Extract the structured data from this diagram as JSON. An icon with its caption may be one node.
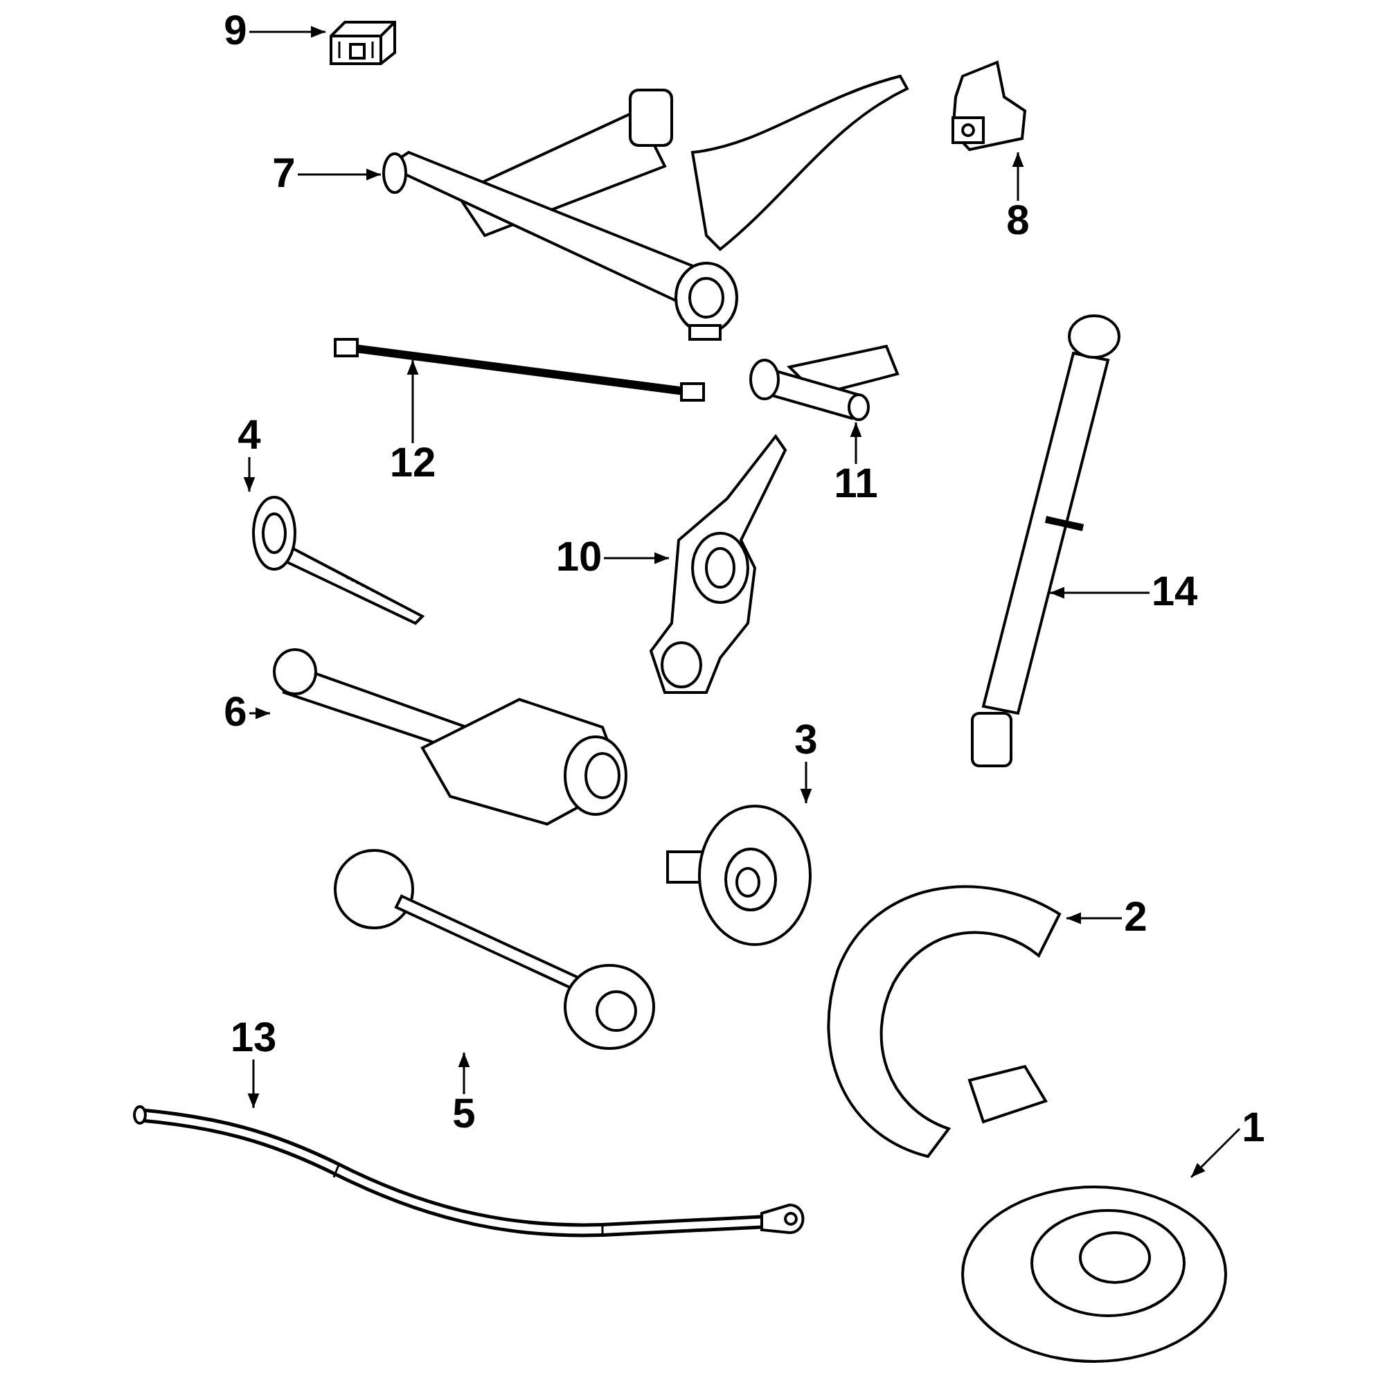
{
  "diagram": {
    "nodes": [
      {
        "text": [
          "9"
        ]
      },
      {
        "text": [],
        "shape": "picture"
      },
      {
        "text": [
          "7"
        ]
      },
      {
        "text": [],
        "shape": "picture"
      },
      {
        "text": [
          "8"
        ]
      },
      {
        "text": [],
        "shape": "picture"
      },
      {
        "text": [
          "12"
        ]
      },
      {
        "text": [],
        "shape": "picture"
      },
      {
        "text": [
          "11"
        ]
      },
      {
        "text": [],
        "shape": "picture"
      },
      {
        "text": [
          "4"
        ]
      },
      {
        "text": [],
        "shape": "picture"
      },
      {
        "text": [
          "10"
        ]
      },
      {
        "text": [],
        "shape": "picture"
      },
      {
        "text": [
          "14"
        ]
      },
      {
        "text": [],
        "shape": "picture"
      },
      {
        "text": [
          "6"
        ]
      },
      {
        "text": [],
        "shape": "picture"
      },
      {
        "text": [
          "3"
        ]
      },
      {
        "text": [],
        "shape": "picture"
      },
      {
        "text": [
          "2"
        ]
      },
      {
        "text": [],
        "shape": "picture"
      },
      {
        "text": [
          "5"
        ]
      },
      {
        "text": [],
        "shape": "picture"
      },
      {
        "text": [
          "13"
        ]
      },
      {
        "text": [],
        "shape": "picture"
      },
      {
        "text": [
          "1"
        ]
      },
      {
        "text": [],
        "shape": "picture"
      }
    ],
    "edges": [
      {
        "from": 0,
        "to": 1,
        "arrow": "to"
      },
      {
        "from": 2,
        "to": 3,
        "arrow": "to"
      },
      {
        "from": 4,
        "to": 5,
        "arrow": "to"
      },
      {
        "from": 6,
        "to": 7,
        "arrow": "to"
      },
      {
        "from": 8,
        "to": 9,
        "arrow": "to"
      },
      {
        "from": 10,
        "to": 11,
        "arrow": "to"
      },
      {
        "from": 12,
        "to": 13,
        "arrow": "to"
      },
      {
        "from": 14,
        "to": 15,
        "arrow": "to"
      },
      {
        "from": 16,
        "to": 17,
        "arrow": "to"
      },
      {
        "from": 18,
        "to": 19,
        "arrow": "to"
      },
      {
        "from": 20,
        "to": 21,
        "arrow": "to"
      },
      {
        "from": 22,
        "to": 23,
        "arrow": "to"
      },
      {
        "from": 24,
        "to": 25,
        "arrow": "to"
      },
      {
        "from": 26,
        "to": 27,
        "arrow": "to"
      }
    ]
  }
}
